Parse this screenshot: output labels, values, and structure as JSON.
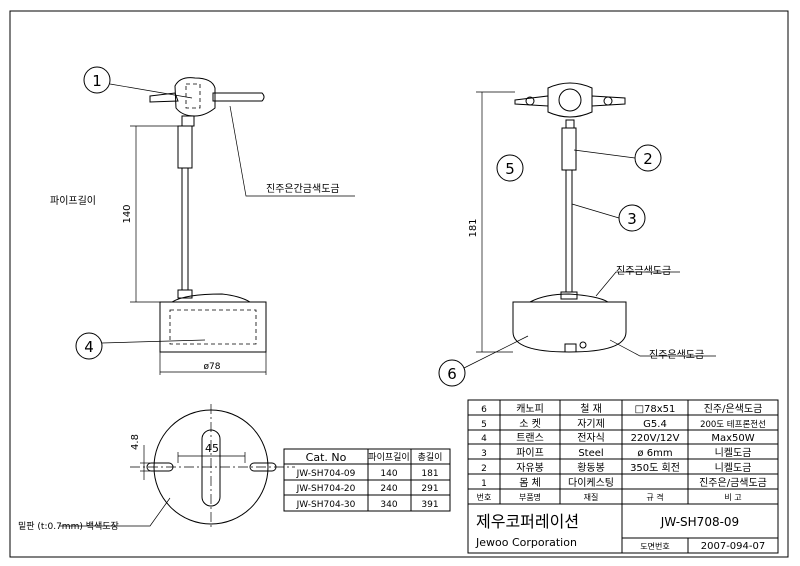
{
  "callouts": {
    "c1": "1",
    "c2": "2",
    "c3": "3",
    "c4": "4",
    "c5": "5",
    "c6": "6"
  },
  "labels": {
    "pipe_length": "파이프길이",
    "finish_handle": "진주은간금색도금",
    "finish_gold": "진주금색도금",
    "finish_silver": "진주은색도금",
    "base_plate": "밑판 (t:0.7mm) 백색도장"
  },
  "dimensions": {
    "height_left": "140",
    "width_base": "ø78",
    "height_right": "181",
    "bottom_hole": "45",
    "bottom_offset": "4.8"
  },
  "cat_table": {
    "headers": [
      "Cat. No",
      "파이프길이",
      "총길이"
    ],
    "rows": [
      [
        "JW-SH704-09",
        "140",
        "181"
      ],
      [
        "JW-SH704-20",
        "240",
        "291"
      ],
      [
        "JW-SH704-30",
        "340",
        "391"
      ]
    ]
  },
  "parts_table": {
    "rows": [
      [
        "6",
        "캐노피",
        "철  재",
        "□78x51",
        "진주/은색도금"
      ],
      [
        "5",
        "소  켓",
        "자기제",
        "G5.4",
        "200도 테프론전선"
      ],
      [
        "4",
        "트랜스",
        "전자식",
        "220V/12V",
        "Max50W"
      ],
      [
        "3",
        "파이프",
        "Steel",
        "ø 6mm",
        "니켈도금"
      ],
      [
        "2",
        "자유봉",
        "황동봉",
        "350도 회전",
        "니켈도금"
      ],
      [
        "1",
        "몸  체",
        "다이케스팅",
        "",
        "진주은/금색도금"
      ]
    ],
    "headers": [
      "번호",
      "부품명",
      "재질",
      "규 격",
      "비 고"
    ]
  },
  "title_block": {
    "company_kr": "제우코퍼레이션",
    "company_en": "Jewoo Corporation",
    "model": "JW-SH708-09",
    "drawing_no_label": "도면번호",
    "drawing_no": "2007-094-07"
  }
}
